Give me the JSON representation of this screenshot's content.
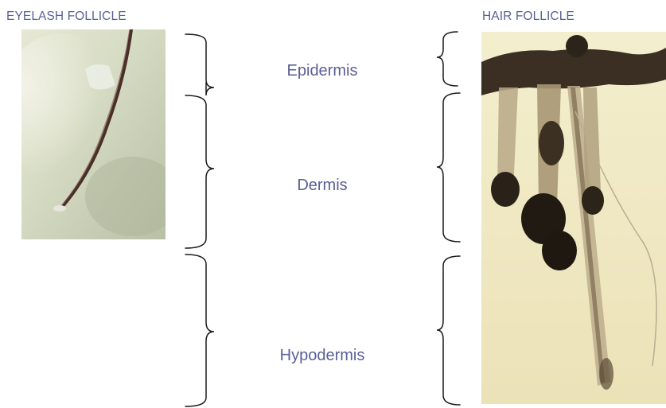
{
  "titles": {
    "left": "EYELASH FOLLICLE",
    "right": "HAIR FOLLICLE"
  },
  "layers": [
    {
      "name": "Epidermis"
    },
    {
      "name": "Dermis"
    },
    {
      "name": "Hypodermis"
    }
  ],
  "colors": {
    "label": "#5a5f96",
    "bracket": "#1a1a1a"
  }
}
